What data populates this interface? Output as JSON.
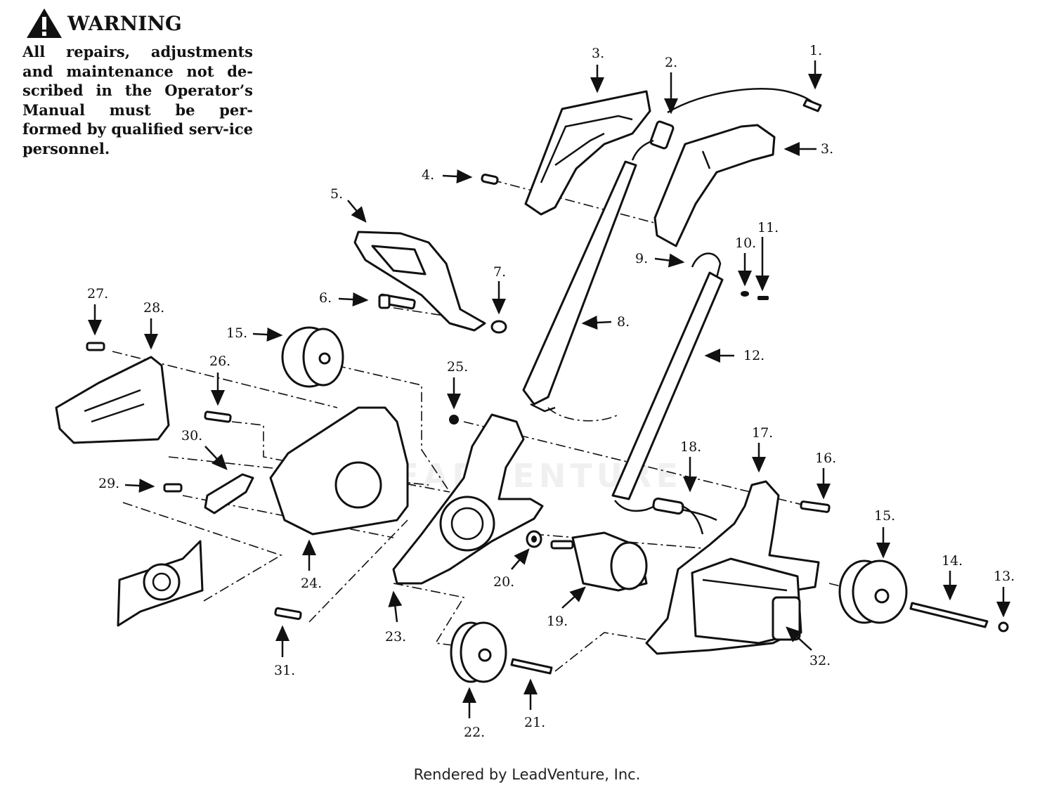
{
  "warning": {
    "title": "WARNING",
    "text": "All repairs, adjustments and maintenance not de-scribed in the Operator’s Manual must be per-formed by qualified serv-ice personnel."
  },
  "watermark": "LEADVENTURE",
  "footer": "Rendered by LeadVenture, Inc.",
  "callouts": [
    {
      "label": "1."
    },
    {
      "label": "2."
    },
    {
      "label": "3."
    },
    {
      "label": "3."
    },
    {
      "label": "4."
    },
    {
      "label": "5."
    },
    {
      "label": "6."
    },
    {
      "label": "7."
    },
    {
      "label": "8."
    },
    {
      "label": "9."
    },
    {
      "label": "10."
    },
    {
      "label": "11."
    },
    {
      "label": "12."
    },
    {
      "label": "13."
    },
    {
      "label": "14."
    },
    {
      "label": "15."
    },
    {
      "label": "15."
    },
    {
      "label": "16."
    },
    {
      "label": "17."
    },
    {
      "label": "18."
    },
    {
      "label": "19."
    },
    {
      "label": "20."
    },
    {
      "label": "21."
    },
    {
      "label": "22."
    },
    {
      "label": "23."
    },
    {
      "label": "24."
    },
    {
      "label": "25."
    },
    {
      "label": "26."
    },
    {
      "label": "27."
    },
    {
      "label": "28."
    },
    {
      "label": "29."
    },
    {
      "label": "30."
    },
    {
      "label": "31."
    },
    {
      "label": "32."
    }
  ]
}
